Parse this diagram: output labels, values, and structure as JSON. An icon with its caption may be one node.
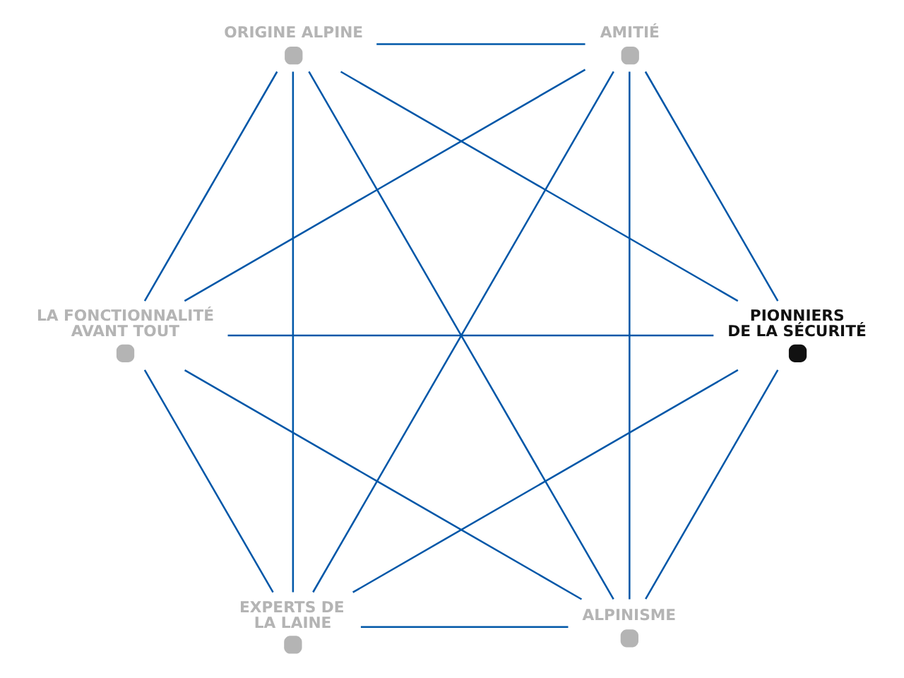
{
  "diagram": {
    "nodes": [
      {
        "text": [
          "ALPINISME"
        ]
      },
      {
        "text": [
          "EXPERTS DE LA LAINE"
        ]
      },
      {
        "text": [
          "PIONNIERS DE LA SÉCURITÉ"
        ]
      },
      {
        "text": [
          "AMITIÉ"
        ]
      },
      {
        "text": [
          "LA FONCTIONNALITÉ AVANT TOUT"
        ]
      },
      {
        "text": [
          "ORIGINE ALPINE"
        ]
      }
    ],
    "edges": [
      {
        "from": 0,
        "to": 1,
        "arrow": "none"
      },
      {
        "from": 0,
        "to": 2,
        "arrow": "none"
      },
      {
        "from": 0,
        "to": 3,
        "arrow": "none"
      },
      {
        "from": 0,
        "to": 4,
        "arrow": "none"
      },
      {
        "from": 0,
        "to": 5,
        "arrow": "none"
      },
      {
        "from": 1,
        "to": 2,
        "arrow": "none"
      },
      {
        "from": 1,
        "to": 3,
        "arrow": "none"
      },
      {
        "from": 1,
        "to": 4,
        "arrow": "none"
      },
      {
        "from": 1,
        "to": 5,
        "arrow": "none"
      },
      {
        "from": 2,
        "to": 3,
        "arrow": "none"
      },
      {
        "from": 2,
        "to": 4,
        "arrow": "none"
      },
      {
        "from": 2,
        "to": 5,
        "arrow": "none"
      },
      {
        "from": 3,
        "to": 4,
        "arrow": "none"
      },
      {
        "from": 3,
        "to": 5,
        "arrow": "none"
      },
      {
        "from": 4,
        "to": 5,
        "arrow": "none"
      }
    ]
  }
}
